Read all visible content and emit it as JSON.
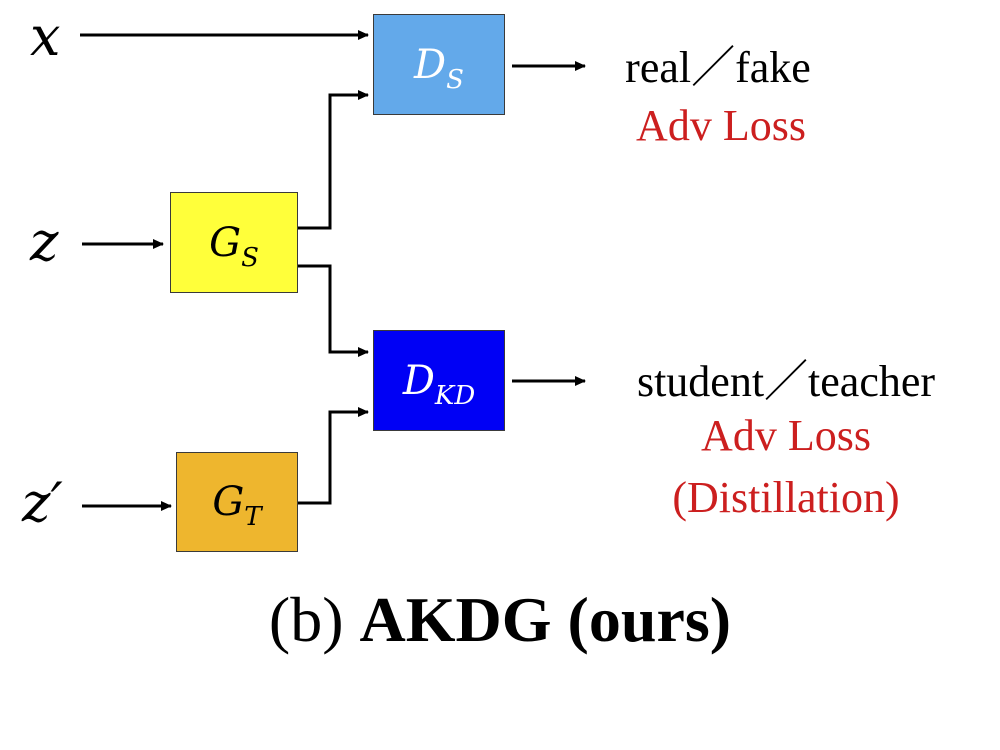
{
  "inputs": {
    "x": "x",
    "z": "z",
    "z_prime": "z′"
  },
  "nodes": {
    "ds": {
      "base": "D",
      "sub": "S",
      "fill": "#63a9ea",
      "text_color": "#ffffff"
    },
    "gs": {
      "base": "G",
      "sub": "S",
      "fill": "#ffff3a",
      "text_color": "#000000"
    },
    "dkd": {
      "base": "D",
      "sub": "KD",
      "fill": "#0000f5",
      "text_color": "#ffffff"
    },
    "gt": {
      "base": "G",
      "sub": "T",
      "fill": "#eeb62e",
      "text_color": "#000000"
    }
  },
  "outputs": {
    "ds": {
      "label": "real／fake",
      "loss": "Adv Loss"
    },
    "dkd": {
      "label": "student／teacher",
      "loss": "Adv Loss",
      "note": "(Distillation)"
    }
  },
  "caption": {
    "prefix": "(b) ",
    "method": "AKDG (ours)"
  },
  "colors": {
    "loss_text": "#cc1f1f",
    "line": "#000000"
  }
}
